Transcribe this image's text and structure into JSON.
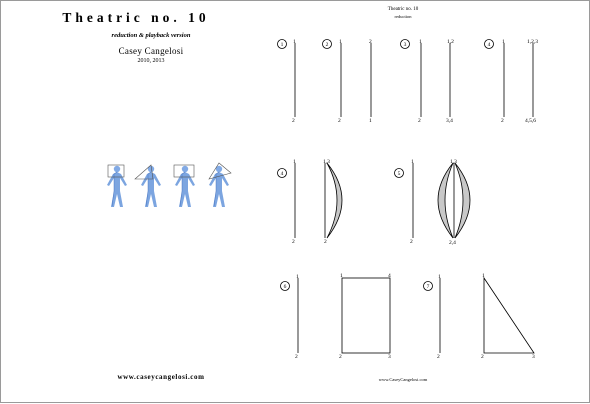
{
  "left": {
    "title": "Theatric no. 10",
    "subtitle": "reduction & playback version",
    "author": "Casey Cangelosi",
    "years": "2010, 2013",
    "url": "www.caseycangelosi.com"
  },
  "right": {
    "header_title": "Theatric no. 10",
    "header_subtitle": "reduction",
    "footer_url": "www.CaseyCangelosi.com"
  },
  "diagram": {
    "steps": [
      "1",
      "2",
      "3",
      "4",
      "5",
      "6",
      "7"
    ],
    "point_labels": {
      "p1": "1",
      "p2": "2",
      "p3": "3",
      "p4": "4",
      "p12": "1,2",
      "p34": "3,4",
      "p123": "1,2,3",
      "p456": "4,5,6",
      "p13": "1,3",
      "p24": "2,4"
    }
  },
  "colors": {
    "figure": "#5b8ed8",
    "arc_fill": "#c8c8c8"
  }
}
